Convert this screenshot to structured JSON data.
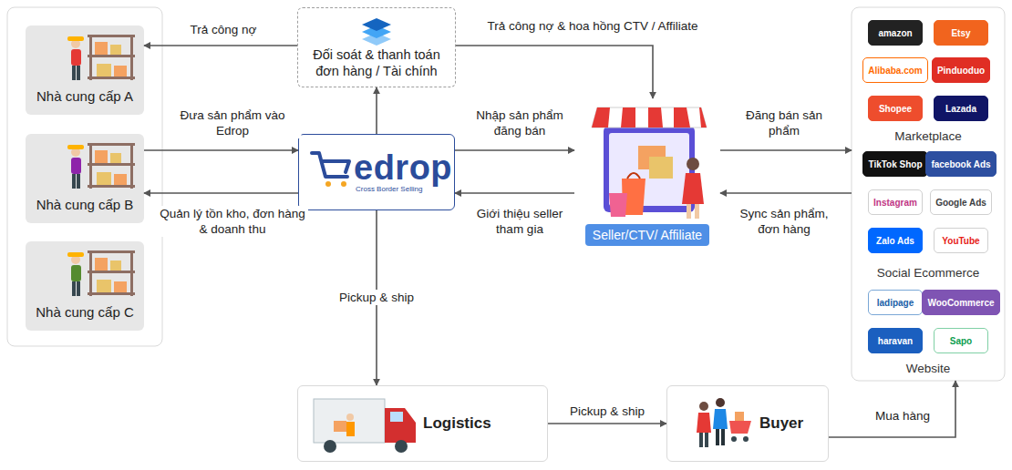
{
  "diagram": {
    "nodes": [
      {
        "text": [
          "Nhà cung cấp A"
        ]
      },
      {
        "text": [
          "Nhà cung cấp B"
        ]
      },
      {
        "text": [
          "Nhà cung cấp C"
        ]
      },
      {
        "text": [
          "Đối soát & thanh toán đơn hàng / Tài chính"
        ]
      },
      {
        "text": [
          "edrop",
          "Cross Border Selling"
        ]
      },
      {
        "text": [
          "Seller/CTV/ Affiliate"
        ]
      },
      {
        "text": [
          "Marketplace",
          "Social Ecommerce",
          "Website"
        ]
      },
      {
        "text": [
          "amazon"
        ],
        "in": 6
      },
      {
        "text": [
          "Etsy"
        ],
        "in": 6
      },
      {
        "text": [
          "Alibaba.com"
        ],
        "in": 6
      },
      {
        "text": [
          "Pinduoduo"
        ],
        "in": 6
      },
      {
        "text": [
          "Shopee"
        ],
        "in": 6
      },
      {
        "text": [
          "Lazada"
        ],
        "in": 6
      },
      {
        "text": [
          "TikTok Shop"
        ],
        "in": 6
      },
      {
        "text": [
          "facebook Ads"
        ],
        "in": 6
      },
      {
        "text": [
          "Instagram"
        ],
        "in": 6
      },
      {
        "text": [
          "Google Ads"
        ],
        "in": 6
      },
      {
        "text": [
          "Zalo Ads"
        ],
        "in": 6
      },
      {
        "text": [
          "YouTube"
        ],
        "in": 6
      },
      {
        "text": [
          "ladipage"
        ],
        "in": 6
      },
      {
        "text": [
          "WooCommerce"
        ],
        "in": 6
      },
      {
        "text": [
          "haravan"
        ],
        "in": 6
      },
      {
        "text": [
          "Sapo"
        ],
        "in": 6
      },
      {
        "text": [
          "Logistics"
        ]
      },
      {
        "text": [
          "Buyer"
        ]
      }
    ],
    "edges": [
      {
        "from": 4,
        "to": 3,
        "arrow": "to"
      },
      {
        "from": 3,
        "to": 0,
        "label": "Trả công nợ",
        "arrow": "to"
      },
      {
        "from": 3,
        "to": 5,
        "label": "Trả công nợ & hoa hồng CTV / Affiliate",
        "arrow": "to"
      },
      {
        "from": 1,
        "to": 4,
        "label": "Đưa sản phẩm vào Edrop",
        "arrow": "to"
      },
      {
        "from": 4,
        "to": 1,
        "label": "Quản lý tồn kho, đơn hàng & doanh thu",
        "arrow": "to"
      },
      {
        "from": 4,
        "to": 5,
        "label": "Nhập sản phẩm đăng bán",
        "arrow": "to"
      },
      {
        "from": 5,
        "to": 4,
        "label": "Giới thiệu seller tham gia",
        "arrow": "to"
      },
      {
        "from": 5,
        "to": 6,
        "label": "Đăng bán sản phẩm",
        "arrow": "to"
      },
      {
        "from": 6,
        "to": 5,
        "label": "Sync sản phẩm, đơn hàng",
        "arrow": "to"
      },
      {
        "from": 4,
        "to": 23,
        "label": "Pickup & ship",
        "arrow": "to"
      },
      {
        "from": 23,
        "to": 24,
        "label": "Pickup & ship",
        "arrow": "to"
      },
      {
        "from": 24,
        "to": 6,
        "label": "Mua hàng",
        "arrow": "to"
      }
    ]
  }
}
